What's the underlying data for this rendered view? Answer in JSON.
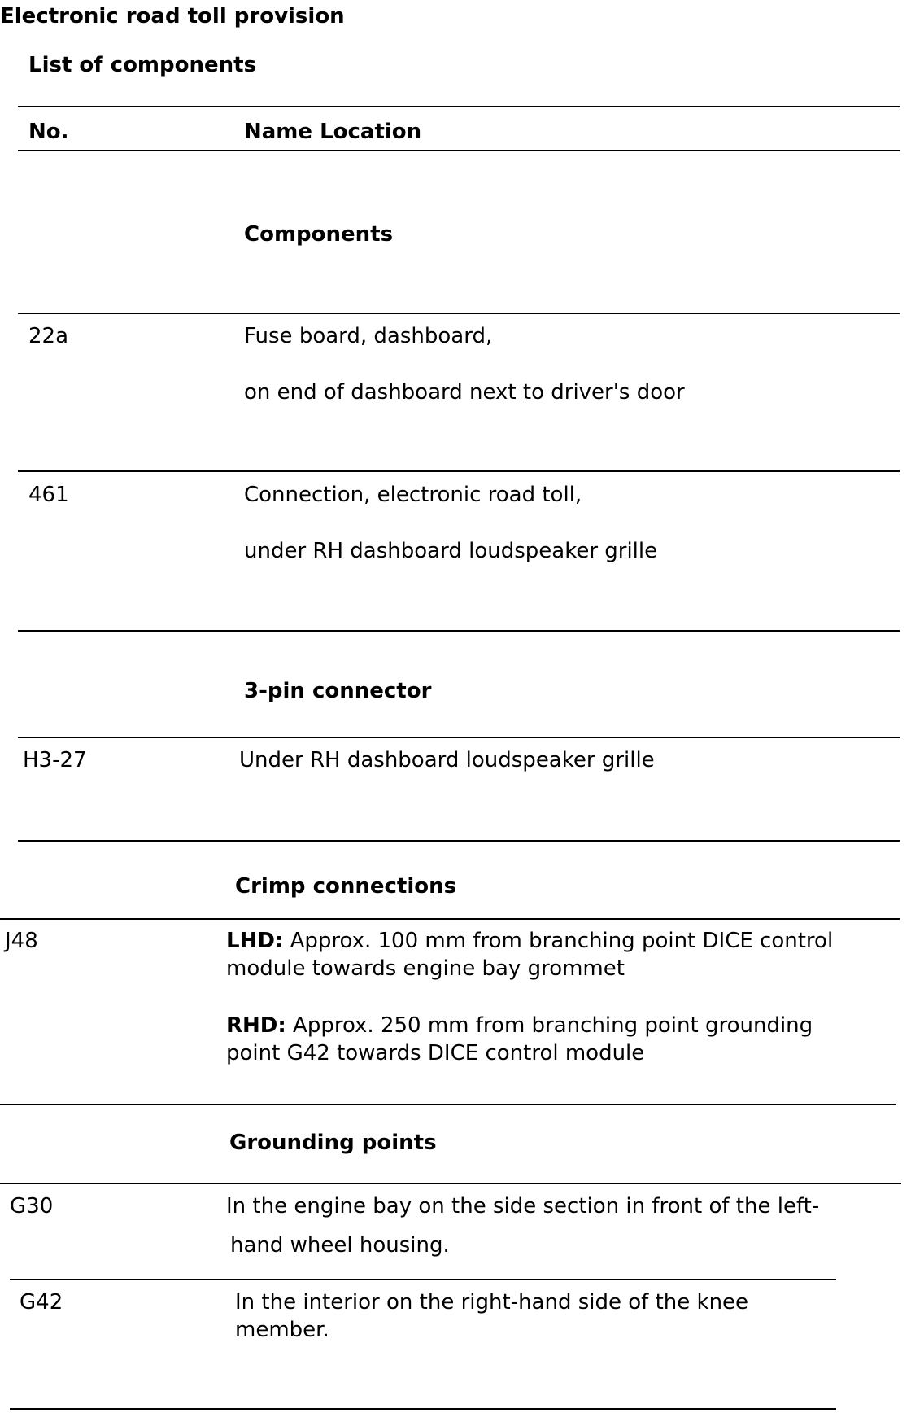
{
  "doc": {
    "title": "Electronic road toll provision",
    "subtitle": "List of components",
    "headers": {
      "no": "No.",
      "name_location": "Name Location"
    },
    "sections": {
      "components": "Components",
      "connector": "3-pin connector",
      "crimp": "Crimp connections",
      "grounding": "Grounding points"
    },
    "rows": {
      "r22a": {
        "no": "22a",
        "name": "Fuse board, dashboard,",
        "location": "on end of dashboard next to driver's door"
      },
      "r461": {
        "no": "461",
        "name": "Connection, electronic road toll,",
        "location": "under RH dashboard loudspeaker grille"
      },
      "rH327": {
        "no": "H3-27",
        "location": "Under RH dashboard loudspeaker grille"
      },
      "rJ48": {
        "no": "J48",
        "lhd_label": "LHD:",
        "lhd_line1": " Approx. 100 mm from branching point DICE control",
        "lhd_line2": "module towards engine bay grommet",
        "rhd_label": "RHD:",
        "rhd_line1": " Approx. 250 mm from branching point grounding",
        "rhd_line2": "point G42 towards DICE control module"
      },
      "rG30": {
        "no": "G30",
        "line1": "In the engine bay on the side section in front of the left-",
        "line2": "hand wheel housing."
      },
      "rG42": {
        "no": "G42",
        "line1": "In the interior on the right-hand side of the knee",
        "line2": "member."
      }
    }
  }
}
